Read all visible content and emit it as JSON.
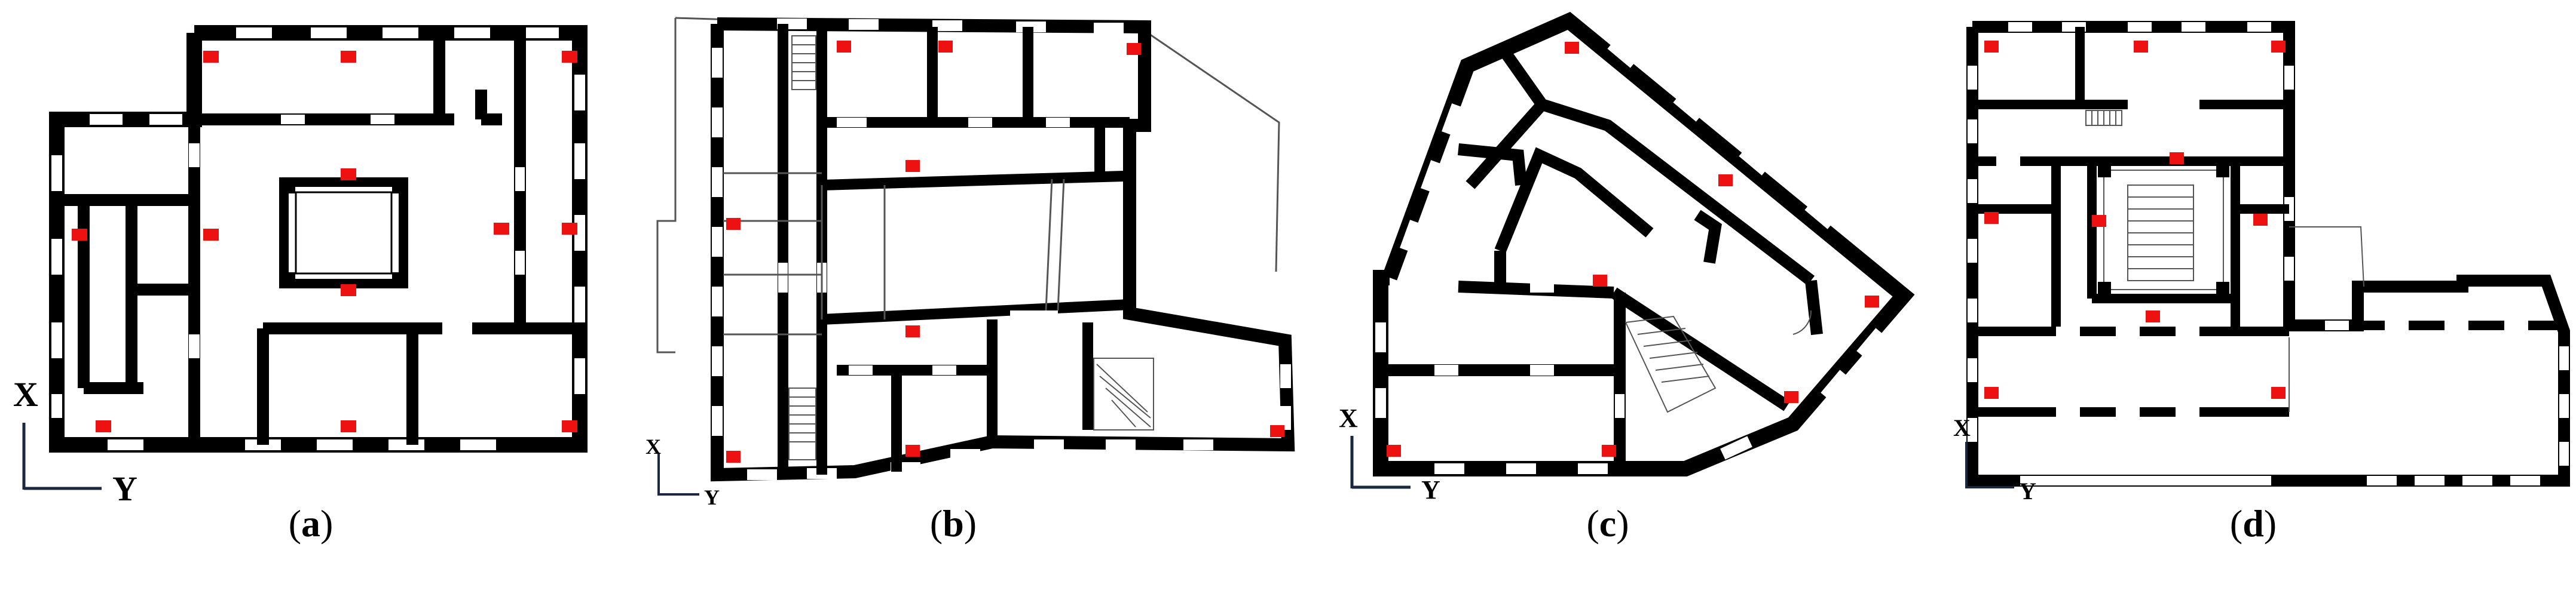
{
  "figure": {
    "panels": [
      {
        "id": "a",
        "label_open": "(",
        "label_letter": "a",
        "label_close": ")",
        "axis_x": "X",
        "axis_y": "Y"
      },
      {
        "id": "b",
        "label_open": "(",
        "label_letter": "b",
        "label_close": ")",
        "axis_x": "X",
        "axis_y": "Y"
      },
      {
        "id": "c",
        "label_open": "(",
        "label_letter": "c",
        "label_close": ")",
        "axis_x": "X",
        "axis_y": "Y"
      },
      {
        "id": "d",
        "label_open": "(",
        "label_letter": "d",
        "label_close": ")",
        "axis_x": "X",
        "axis_y": "Y"
      }
    ],
    "colors": {
      "wall": "#000000",
      "window": "#ffffff",
      "sensor": "#ee1111",
      "axis": "#1a2740",
      "thin_line": "#555555"
    }
  }
}
